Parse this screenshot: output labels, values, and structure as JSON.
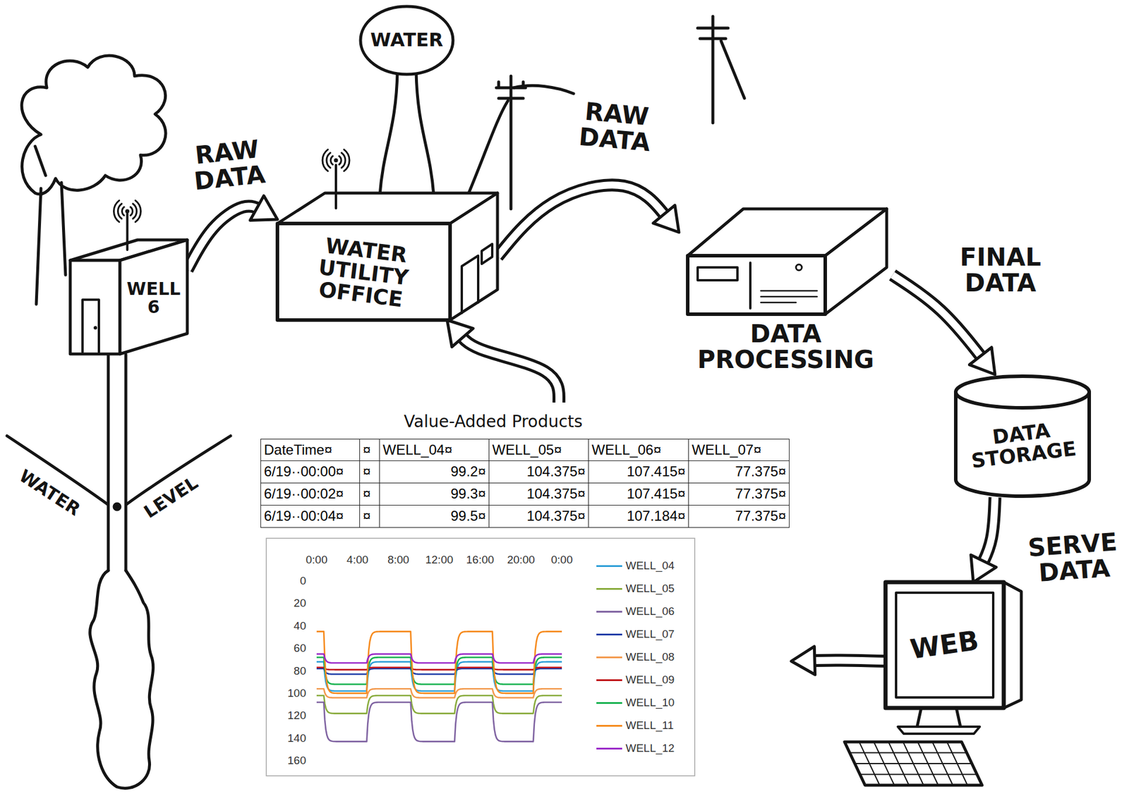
{
  "diagram": {
    "nodes": [
      {
        "text": [
          "WELL 6"
        ]
      },
      {
        "text": [
          "WATER"
        ]
      },
      {
        "text": [
          "WATER UTILITY OFFICE"
        ]
      },
      {
        "text": [
          "DATA PROCESSING"
        ]
      },
      {
        "text": [
          "DATA STORAGE"
        ]
      },
      {
        "text": [
          "WEB"
        ]
      },
      {
        "text": [
          "Value-Added Products"
        ]
      }
    ],
    "edges": [
      {
        "from": 0,
        "to": 2,
        "label": "RAW DATA",
        "arrow": "to"
      },
      {
        "from": 2,
        "to": 3,
        "label": "RAW DATA",
        "arrow": "to"
      },
      {
        "from": 3,
        "to": 4,
        "label": "FINAL DATA",
        "arrow": "to"
      },
      {
        "from": 4,
        "to": 5,
        "label": "SERVE DATA",
        "arrow": "to"
      },
      {
        "from": 5,
        "to": 6,
        "arrow": "to"
      },
      {
        "from": 6,
        "to": 2,
        "arrow": "to"
      }
    ],
    "labels": [
      "WATER",
      "LEVEL",
      "DateTime¤",
      "¤",
      "WELL_04¤",
      "WELL_05¤",
      "WELL_06¤",
      "WELL_07¤",
      "6/19··00:00¤",
      "¤",
      "99.2¤",
      "104.375¤",
      "107.415¤",
      "77.375¤",
      "6/19··00:02¤",
      "¤",
      "99.3¤",
      "104.375¤",
      "107.415¤",
      "77.375¤",
      "6/19··00:04¤",
      "¤",
      "99.5¤",
      "104.375¤",
      "107.184¤",
      "77.375¤",
      "0:00",
      "4:00",
      "8:00",
      "12:00",
      "16:00",
      "20:00",
      "0:00",
      "0",
      "20",
      "40",
      "60",
      "80",
      "100",
      "120",
      "140",
      "160"
    ],
    "legend": [
      {
        "text": "WELL_04",
        "color": "#2f9fd8"
      },
      {
        "text": "WELL_05",
        "color": "#8aac3e"
      },
      {
        "text": "WELL_06",
        "color": "#8064a2"
      },
      {
        "text": "WELL_07",
        "color": "#1f3ea8"
      },
      {
        "text": "WELL_08",
        "color": "#f39a4e"
      },
      {
        "text": "WELL_09",
        "color": "#c0141a"
      },
      {
        "text": "WELL_10",
        "color": "#17b24f"
      },
      {
        "text": "WELL_11",
        "color": "#f68b1f"
      },
      {
        "text": "WELL_12",
        "color": "#9a28c8"
      }
    ]
  }
}
